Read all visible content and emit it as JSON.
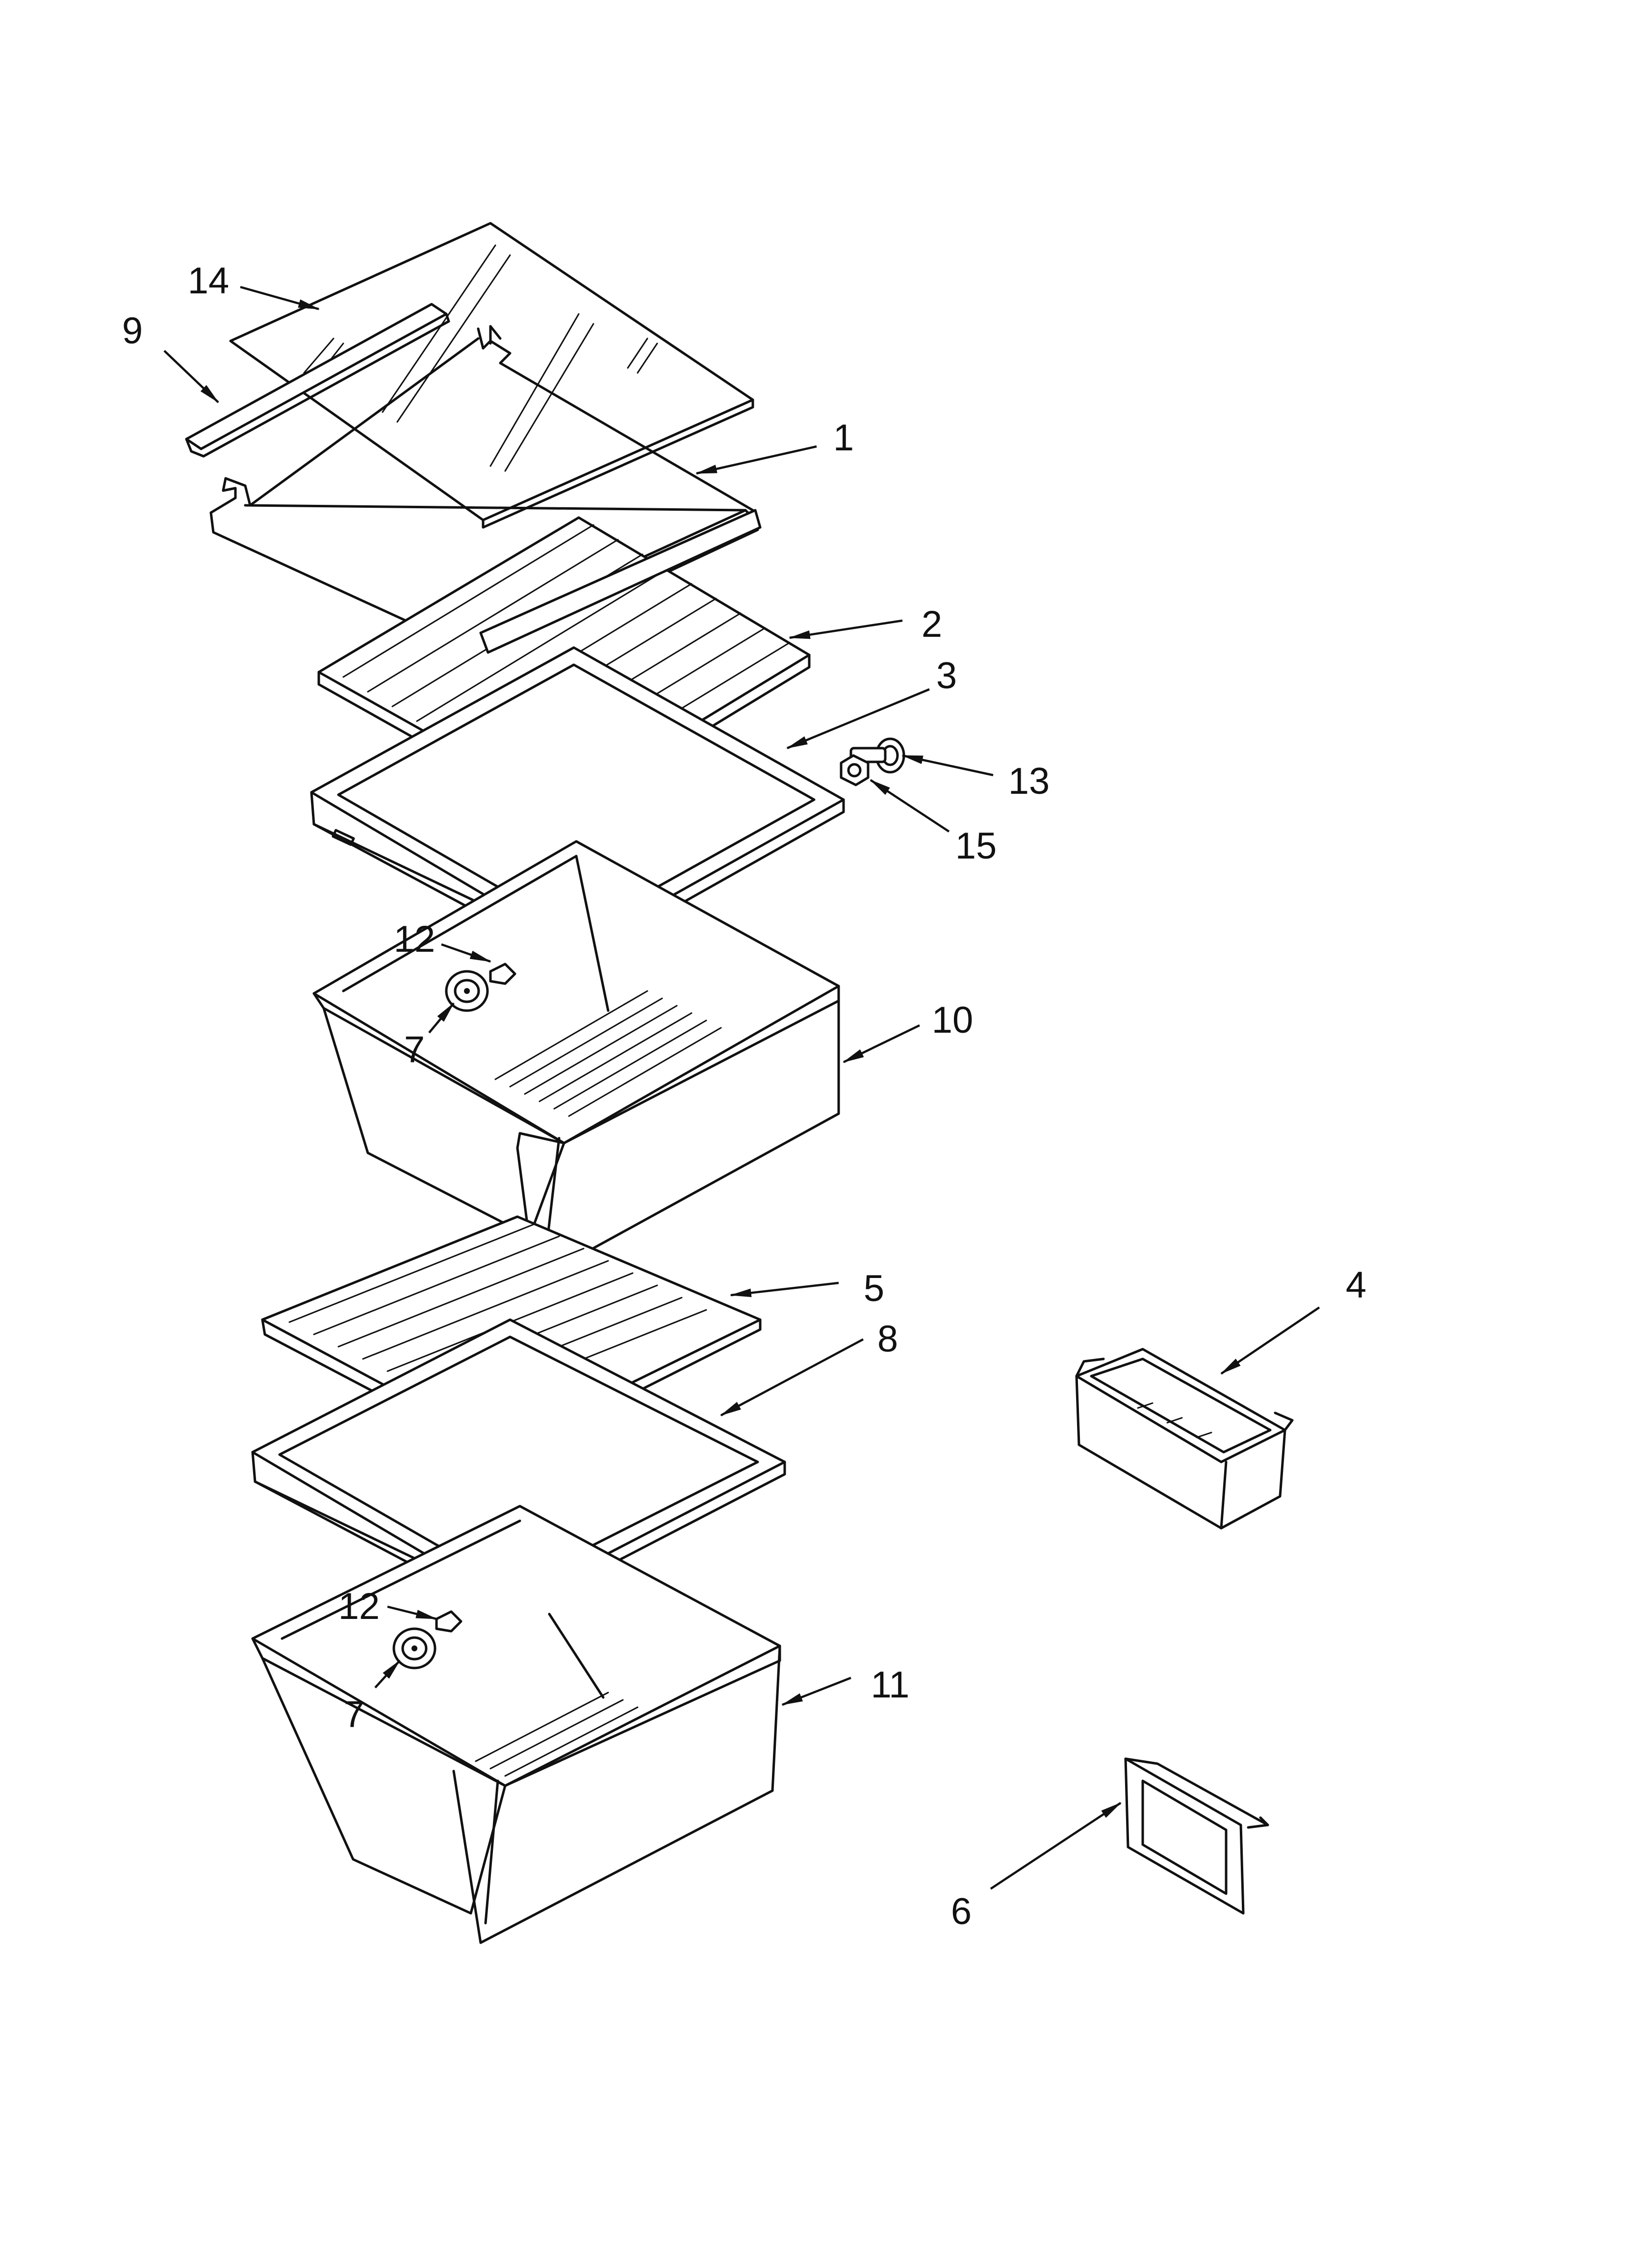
{
  "callouts": [
    {
      "id": "1",
      "label": "1"
    },
    {
      "id": "2",
      "label": "2"
    },
    {
      "id": "3",
      "label": "3"
    },
    {
      "id": "4",
      "label": "4"
    },
    {
      "id": "5",
      "label": "5"
    },
    {
      "id": "6",
      "label": "6"
    },
    {
      "id": "7a",
      "label": "7"
    },
    {
      "id": "7b",
      "label": "7"
    },
    {
      "id": "8",
      "label": "8"
    },
    {
      "id": "9",
      "label": "9"
    },
    {
      "id": "10",
      "label": "10"
    },
    {
      "id": "11",
      "label": "11"
    },
    {
      "id": "12a",
      "label": "12"
    },
    {
      "id": "12b",
      "label": "12"
    },
    {
      "id": "13",
      "label": "13"
    },
    {
      "id": "14",
      "label": "14"
    },
    {
      "id": "15",
      "label": "15"
    }
  ],
  "colors": {
    "ink": "#111111",
    "paper": "#ffffff"
  }
}
